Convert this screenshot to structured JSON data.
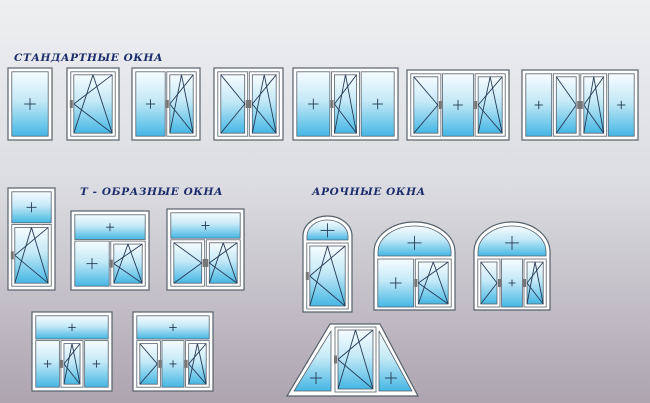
{
  "sections": {
    "standard": {
      "title": "СТАНДАРТНЫЕ ОКНА"
    },
    "t_shaped": {
      "title": "Т - ОБРАЗНЫЕ ОКНА"
    },
    "arched": {
      "title": "АРОЧНЫЕ ОКНА"
    }
  },
  "colors": {
    "title": "#1b2d6b",
    "glass": "#4dbbe6",
    "frame": "#ffffff",
    "outline": "#56606c"
  }
}
